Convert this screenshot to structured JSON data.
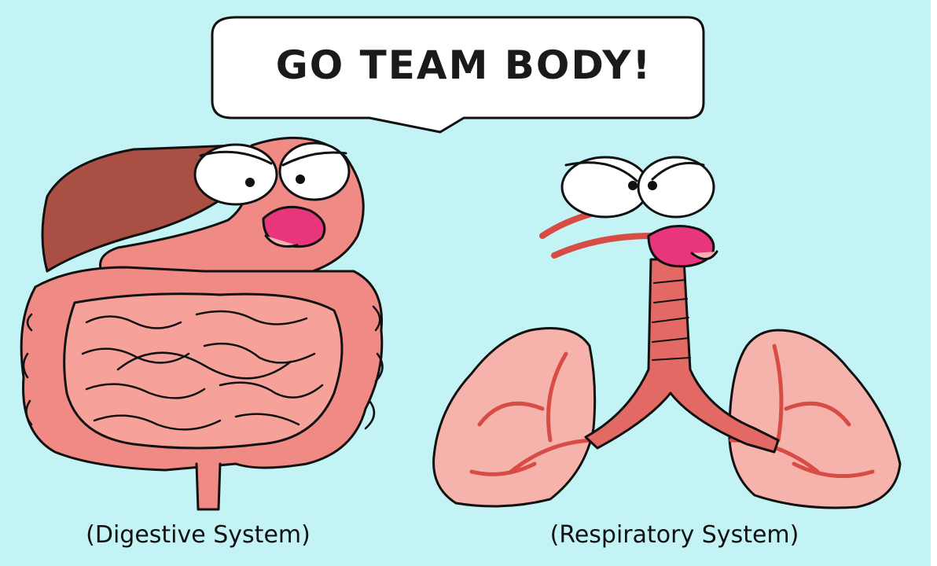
{
  "speech": {
    "text": "GO TEAM BODY!"
  },
  "captions": {
    "digestive": "(Digestive System)",
    "respiratory": "(Respiratory System)"
  },
  "colors": {
    "background": "#c4f3f6",
    "organ_pink": "#f08a84",
    "organ_light": "#f6b3ab",
    "liver_brown": "#a94f44",
    "vessel_red": "#d74c45",
    "mouth_magenta": "#e8357c",
    "outline": "#111111"
  },
  "icons": {
    "left_character": "digestive-system-illustration",
    "right_character": "respiratory-system-illustration"
  }
}
